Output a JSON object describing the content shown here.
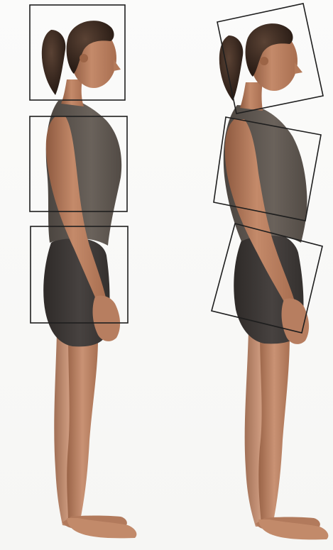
{
  "figures": [
    {
      "id": "neutral",
      "posture": "aligned",
      "segment_boxes": [
        "head",
        "torso",
        "pelvis"
      ]
    },
    {
      "id": "sway-back",
      "posture": "misaligned",
      "segment_boxes": [
        "head",
        "torso",
        "pelvis"
      ]
    }
  ],
  "colors": {
    "skin": "#c48a6a",
    "skin_shadow": "#8e5a40",
    "tank": "#5e5650",
    "shorts": "#3a3634",
    "hair": "#3a2a22",
    "box_stroke": "#1e1e1e",
    "background": "#ffffff"
  }
}
